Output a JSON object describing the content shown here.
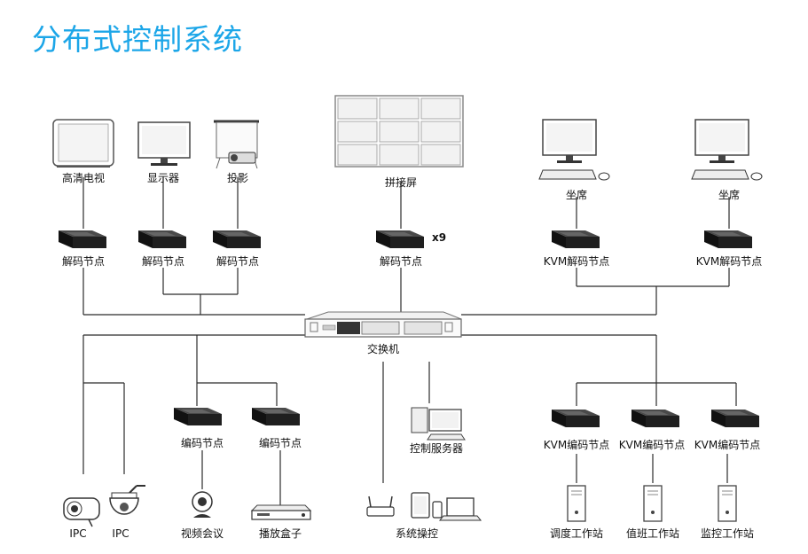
{
  "title": "分布式控制系统",
  "labels": {
    "hdtv": "高清电视",
    "monitor": "显示器",
    "projector": "投影",
    "videowall": "拼接屏",
    "seat_left": "坐席",
    "seat_right": "坐席",
    "decode_1": "解码节点",
    "decode_2": "解码节点",
    "decode_3": "解码节点",
    "decode_4": "解码节点",
    "multiplier": "x9",
    "kvm_decode_1": "KVM解码节点",
    "kvm_decode_2": "KVM解码节点",
    "switch": "交换机",
    "encode_1": "编码节点",
    "encode_2": "编码节点",
    "control_server": "控制服务器",
    "kvm_encode_1": "KVM编码节点",
    "kvm_encode_2": "KVM编码节点",
    "kvm_encode_3": "KVM编码节点",
    "ipc_1": "IPC",
    "ipc_2": "IPC",
    "video_conf": "视频会议",
    "set_top_box": "播放盒子",
    "system_control": "系统操控",
    "dispatch_ws": "调度工作站",
    "duty_ws": "值班工作站",
    "monitor_ws": "监控工作站"
  },
  "colors": {
    "title": "#1ca6e8",
    "node": "#1f1f1f",
    "line": "#2b2b2b"
  }
}
